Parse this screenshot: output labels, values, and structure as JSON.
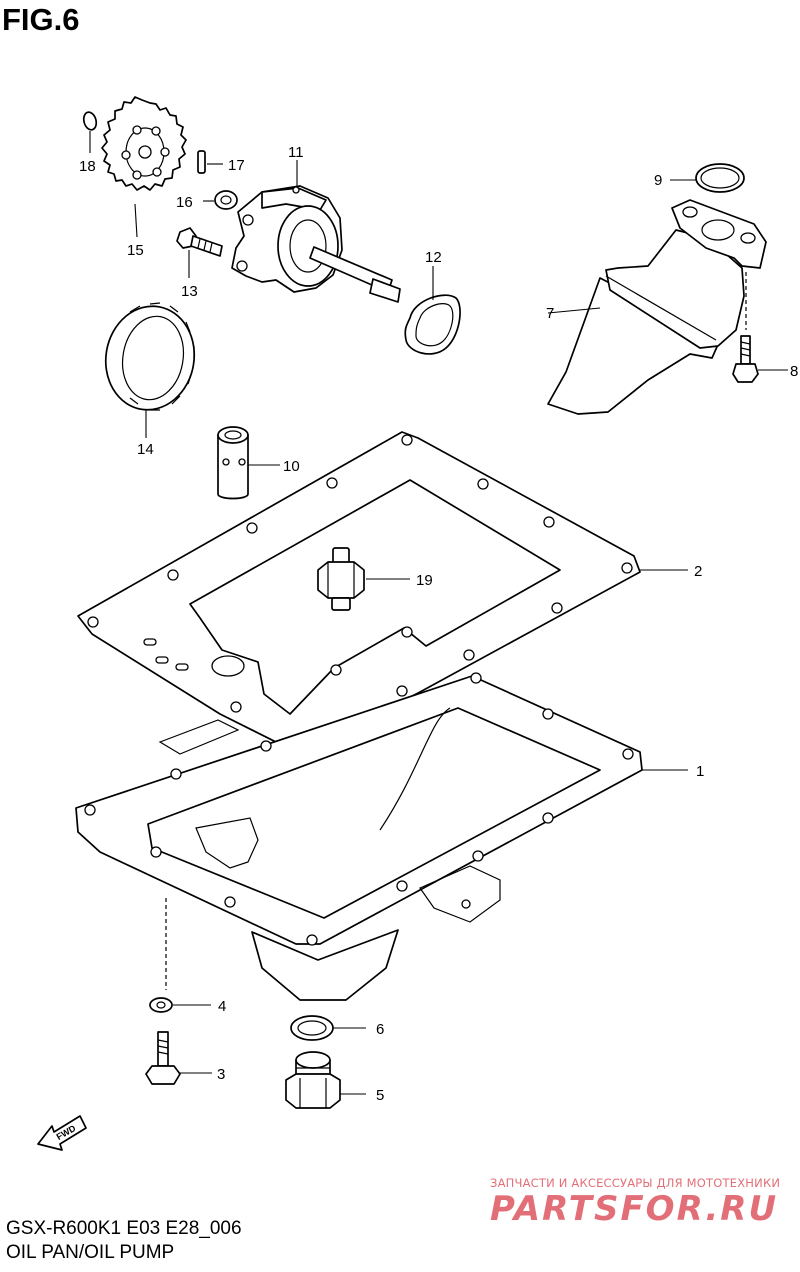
{
  "figure": {
    "title": "FIG.6"
  },
  "caption": {
    "model_code": "GSX-R600K1 E03 E28_006",
    "group_name": "OIL PAN/OIL PUMP"
  },
  "direction_marker": {
    "text": "FWD"
  },
  "callouts": [
    "1",
    "2",
    "3",
    "4",
    "5",
    "6",
    "7",
    "8",
    "9",
    "10",
    "11",
    "12",
    "13",
    "14",
    "15",
    "16",
    "17",
    "18",
    "19"
  ],
  "watermark": {
    "tagline": "ЗАПЧАСТИ И АКСЕССУАРЫ ДЛЯ МОТОТЕХНИКИ",
    "logo_text": "PARTSFOR.RU",
    "color": "#e26f78"
  }
}
